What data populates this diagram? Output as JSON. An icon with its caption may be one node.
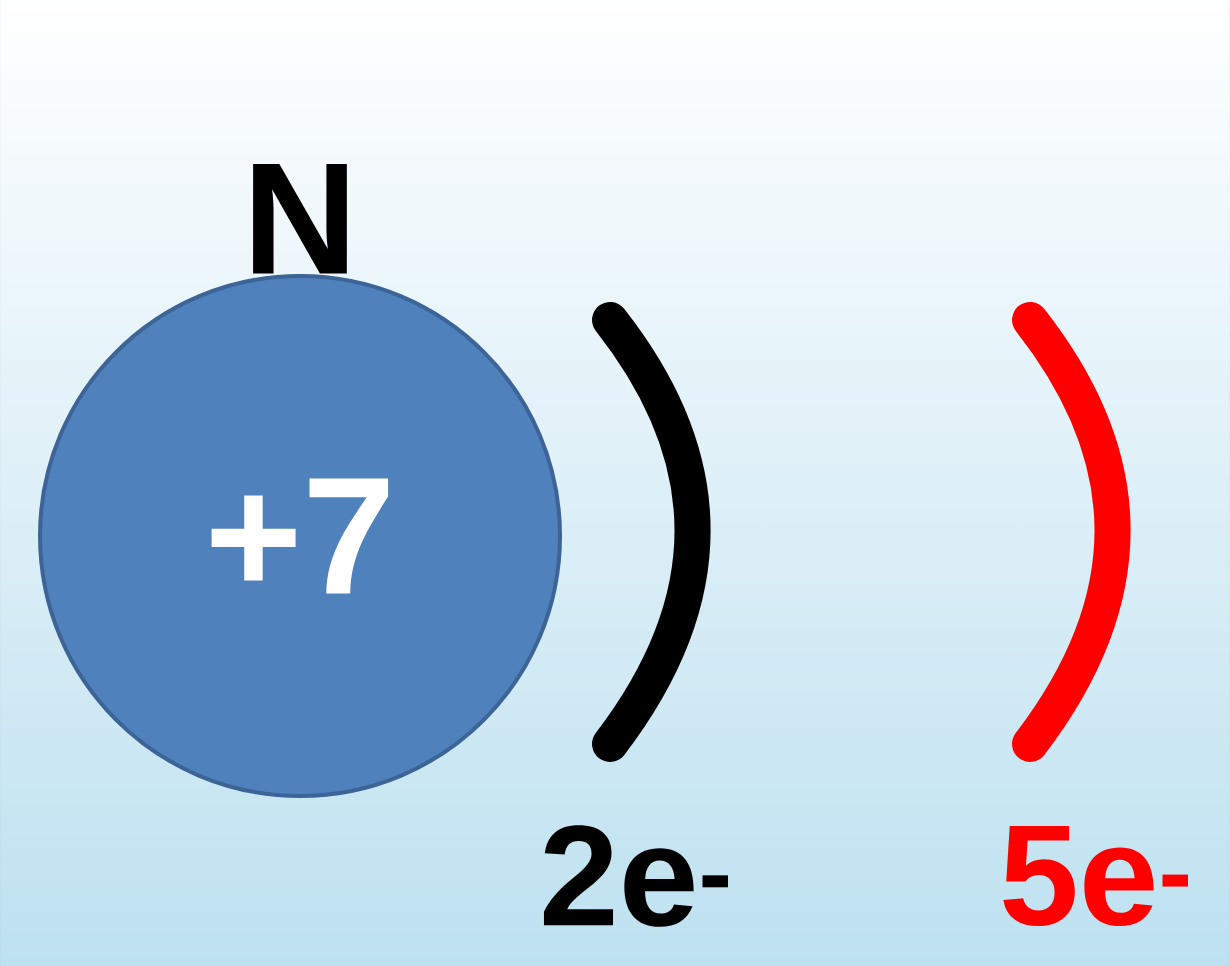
{
  "diagram": {
    "nodes": [
      {
        "text": [
          "N",
          "+7"
        ]
      }
    ],
    "labels": [
      "2e$^{-}$",
      "5e$^{-}$"
    ]
  }
}
